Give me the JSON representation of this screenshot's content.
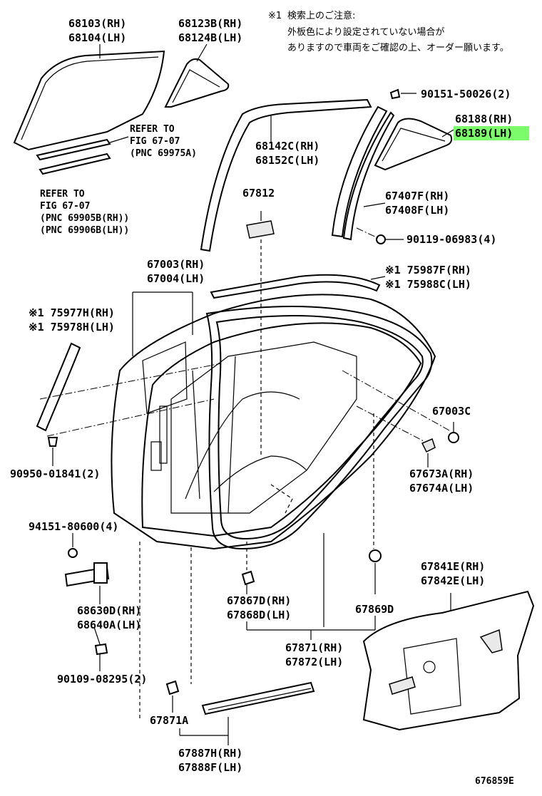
{
  "diagram": {
    "note": {
      "mark": "※1",
      "line1": "検索上のご注意:",
      "line2": "外板色により設定されていない場合が",
      "line3": "ありますので車両をご確認の上、オーダー願います。"
    },
    "labels": {
      "p68103": "68103(RH)",
      "p68104": "68104(LH)",
      "p68123B": "68123B(RH)",
      "p68124B": "68124B(LH)",
      "p90151": "90151-50026(2)",
      "p68188": "68188(RH)",
      "p68189": "68189(LH)",
      "refer1_a": "REFER TO",
      "refer1_b": "FIG 67-07",
      "refer1_c": "(PNC 69975A)",
      "p68142C": "68142C(RH)",
      "p68152C": "68152C(LH)",
      "refer2_a": "REFER TO",
      "refer2_b": "FIG 67-07",
      "refer2_c": "(PNC 69905B(RH))",
      "refer2_d": "(PNC 69906B(LH))",
      "p67812": "67812",
      "p67407F": "67407F(RH)",
      "p67408F": "67408F(LH)",
      "p90119": "90119-06983(4)",
      "p67003": "67003(RH)",
      "p67004": "67004(LH)",
      "p75987F": "※1 75987F(RH)",
      "p75988C": "※1 75988C(LH)",
      "p75977H": "※1 75977H(RH)",
      "p75978H": "※1 75978H(LH)",
      "p67003C": "67003C",
      "p90950": "90950-01841(2)",
      "p67673A": "67673A(RH)",
      "p67674A": "67674A(LH)",
      "p94151": "94151-80600(4)",
      "p67841E": "67841E(RH)",
      "p67842E": "67842E(LH)",
      "p68630D": "68630D(RH)",
      "p68640A": "68640A(LH)",
      "p67867D": "67867D(RH)",
      "p67868D": "67868D(LH)",
      "p67869D": "67869D",
      "p67871": "67871(RH)",
      "p67872": "67872(LH)",
      "p90109": "90109-08295(2)",
      "p67871A": "67871A",
      "p67887H": "67887H(RH)",
      "p67888F": "67888F(LH)",
      "figure_id": "676859E"
    },
    "highlight_color": "#7CFC6A"
  }
}
